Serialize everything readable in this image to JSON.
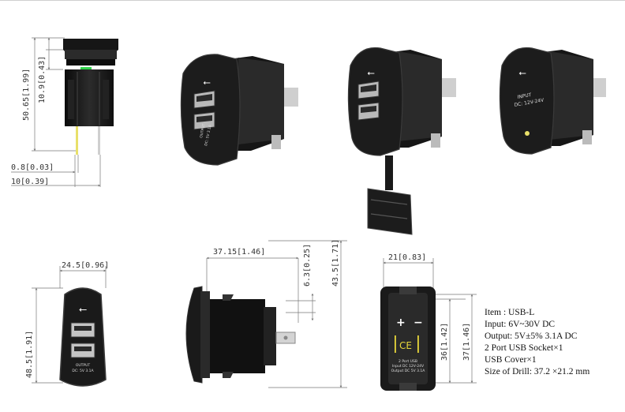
{
  "dimensions": {
    "height_total": "50.65[1.99]",
    "height_upper": "10.9[0.43]",
    "pin_thickness": "0.8[0.03]",
    "pin_length": "10[0.39]",
    "front_width": "24.5[0.96]",
    "front_height": "48.5[1.91]",
    "side_depth": "37.15[1.46]",
    "side_flange": "6.3[0.25]",
    "side_height": "43.5[1.71]",
    "back_width": "21[0.83]",
    "back_inner": "36[1.42]",
    "back_outer": "37[1.46]"
  },
  "labels": {
    "output_line1": "OUTPUT",
    "output_line2": "DC: 5V 3.1A",
    "input_line1": "INPUT",
    "input_line2": "DC: 12V-24V",
    "back_plus": "+",
    "back_minus": "−",
    "back_ce": "CE",
    "back_text1": "2 Port USB",
    "back_text2": "Input DC 12V-24V",
    "back_text3": "Output DC 5V 3.1A"
  },
  "specs": [
    "Item : USB-L",
    "Input: 6V~30V DC",
    "Output: 5V±5%  3.1A DC",
    "2 Port USB Socket×1",
    "USB Cover×1",
    "Size of Drill: 37.2 ×21.2 mm"
  ],
  "colors": {
    "body": "#1c1c1c",
    "dark": "#0d0d0d",
    "mid": "#3a3a3a",
    "led": "#2fd34a",
    "wire": "#e8e06a",
    "pin": "#cfcfcf",
    "ce": "#e7d63a"
  }
}
